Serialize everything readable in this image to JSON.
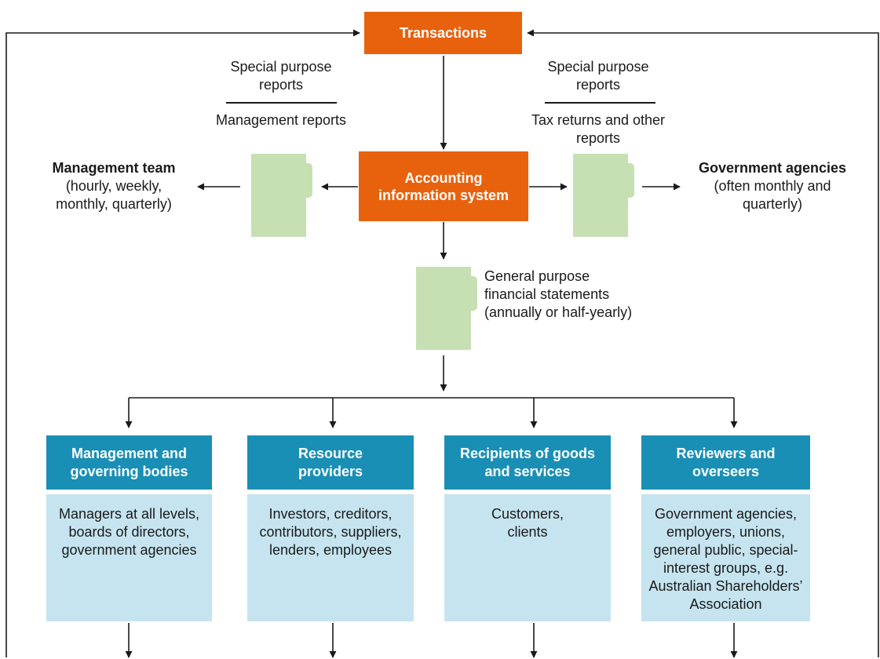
{
  "top": {
    "label": "Transactions"
  },
  "ais": {
    "label": "Accounting information system"
  },
  "left_reports": {
    "top": "Special purpose reports",
    "bottom": "Management reports"
  },
  "right_reports": {
    "top": "Special purpose reports",
    "bottom": "Tax returns and other reports"
  },
  "management_team": {
    "title": "Management team",
    "detail": "(hourly, weekly, monthly, quarterly)"
  },
  "government": {
    "title": "Government agencies",
    "detail": "(often monthly and quarterly)"
  },
  "general_purpose": {
    "label": "General purpose financial statements (annually or half-yearly)"
  },
  "users": [
    {
      "header": "Management and governing bodies",
      "body": "Managers at all levels, boards of directors, government agencies"
    },
    {
      "header": "Resource providers",
      "body": "Investors, creditors, contributors, suppliers, lenders, employees"
    },
    {
      "header": "Recipients of goods and services",
      "body": "Customers, clients"
    },
    {
      "header": "Reviewers and overseers",
      "body": "Government agencies, employers, unions, general public, special-interest groups, e.g. Australian Shareholders’ Association"
    }
  ],
  "colors": {
    "orange": "#e8620e",
    "header_blue": "#1a8fb5",
    "body_blue": "#c5e4ef",
    "doc_green": "#c6e0b4"
  }
}
